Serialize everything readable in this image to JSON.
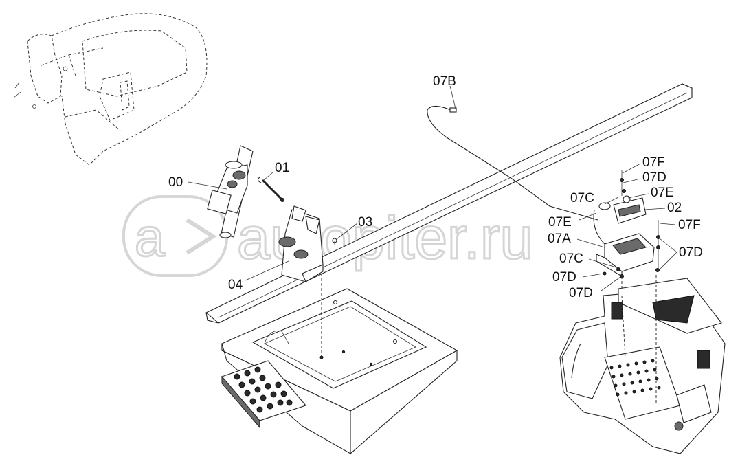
{
  "watermark": "autopiter.ru",
  "callouts": [
    {
      "id": "label-07B",
      "text": "07B"
    },
    {
      "id": "label-01",
      "text": "01"
    },
    {
      "id": "label-00",
      "text": "00"
    },
    {
      "id": "label-03",
      "text": "03"
    },
    {
      "id": "label-04",
      "text": "04"
    },
    {
      "id": "label-07F-top",
      "text": "07F"
    },
    {
      "id": "label-07D-top",
      "text": "07D"
    },
    {
      "id": "label-07E-top",
      "text": "07E"
    },
    {
      "id": "label-07C-top",
      "text": "07C"
    },
    {
      "id": "label-02",
      "text": "02"
    },
    {
      "id": "label-07E-mid",
      "text": "07E"
    },
    {
      "id": "label-07F-mid",
      "text": "07F"
    },
    {
      "id": "label-07A",
      "text": "07A"
    },
    {
      "id": "label-07D-right",
      "text": "07D"
    },
    {
      "id": "label-07C-low",
      "text": "07C"
    },
    {
      "id": "label-07D-low",
      "text": "07D"
    },
    {
      "id": "label-07D-bottom",
      "text": "07D"
    }
  ]
}
